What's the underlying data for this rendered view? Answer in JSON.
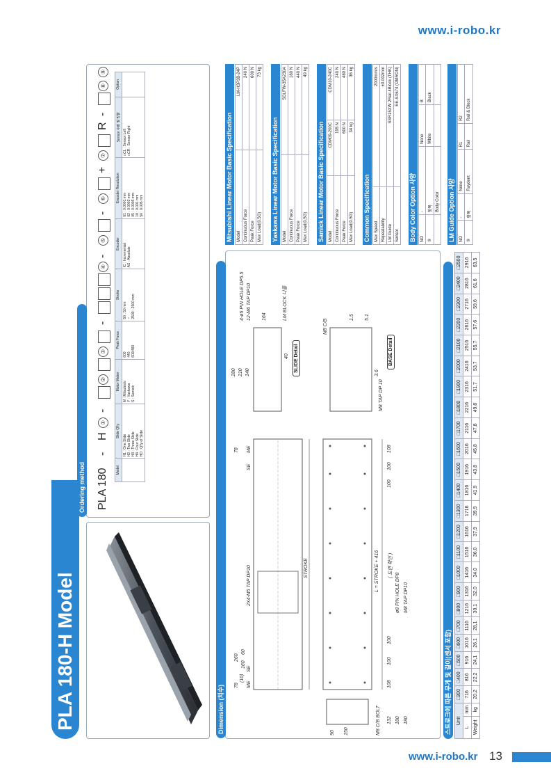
{
  "site": "www.i-robo.kr",
  "page_number": "13",
  "title": "PLA 180-H Model",
  "ordering": {
    "heading": "Ordering method",
    "code_prefix": "PLA 180",
    "code_h": "H",
    "dash": "-",
    "plus": "+",
    "r": "R",
    "nums": [
      "①",
      "②",
      "③",
      "④",
      "⑤",
      "⑥",
      "⑦",
      "⑧",
      "⑨"
    ],
    "columns": [
      {
        "head": "Model",
        "items": []
      },
      {
        "head": "Slide Q'ty",
        "items": [
          "H1 : One Slide",
          "H2 : Two Slide",
          "H3 : Three Slide",
          "H4 : Four Slide",
          "HO : Q'ty of Slide"
        ]
      },
      {
        "head": "Motor Maker",
        "items": [
          "M : Mitsubishi",
          "Y : Yaskawa",
          "S : Samick"
        ]
      },
      {
        "head": "Peak Force",
        "items": [
          "600",
          "440",
          "600/480"
        ]
      },
      {
        "head": "Stroke",
        "items": [
          "50 : 50 mm",
          "~",
          "2500 : 2500 mm"
        ]
      },
      {
        "head": "Encoder",
        "items": [
          "IC : Incremental",
          "AS : Absolute"
        ]
      },
      {
        "head": "Encoder Resolution",
        "items": [
          "01 : 0.0001 mm",
          "02 : 0.0002 mm",
          "05 : 0.0005 mm",
          "10 : 0.001 mm",
          "50 : 0.005 mm"
        ]
      },
      {
        "head": "Sensor 수량 및 방향",
        "items": [
          "□CL : Sensor Left",
          "□CR : Sensor Right"
        ]
      },
      {
        "head": "Option",
        "items": []
      }
    ]
  },
  "dimension": {
    "heading": "Dimension (치수)",
    "labels": {
      "stroke": "STROKE",
      "total_length": "L = STROKE + 416",
      "tap_top": "2X4-M5 TAP DP10",
      "me": "ME",
      "se": "SE",
      "ten": "(10)",
      "d78": "78",
      "d260": "260",
      "d60": "60",
      "d160": "160",
      "d280": "280",
      "d210": "210",
      "d140": "140",
      "d40": "40",
      "d164": "164",
      "d108": "108",
      "d100": "100",
      "d132": "132",
      "d180": "180",
      "d90": "90",
      "d150": "150",
      "pin_hole": "4-ø5 PIN HOLE DP5.5",
      "m6_tap": "12-M6 TAP DP10",
      "lm_block": "LM BLOCK 나플",
      "slide_detail": "SLIDE Detail",
      "m8_cb_bolt": "M8 C/B BOLT",
      "pin_hole8": "ø8 PIN HOLE DP8",
      "m8_tap": "M8 TAP DP10",
      "m8_tap_base": "M8 TAP DP 10",
      "m8_cb": "M8 C/B",
      "d36": "3.6",
      "d51": "5.1",
      "d15": "1.5",
      "base_detail": "BASE Detail",
      "note": "( 도면 확인 )"
    }
  },
  "weight": {
    "heading": "스트로크에 따른 무게 및 길이(센서 포함)",
    "unit_label": "Unit",
    "row_l": [
      "L",
      "mm"
    ],
    "row_w": [
      "Weight",
      "kg"
    ],
    "strokes": [
      "□300",
      "□400",
      "□500",
      "□600",
      "□700",
      "□800",
      "□900",
      "□1000",
      "□1100",
      "□1200",
      "□1300",
      "□1400",
      "□1500",
      "□1600",
      "□1700",
      "□1800",
      "□1900",
      "□2000",
      "□2100",
      "□2200",
      "□2300",
      "□2400",
      "□2500"
    ],
    "length": [
      "716",
      "816",
      "916",
      "1016",
      "1116",
      "1216",
      "1316",
      "1416",
      "1516",
      "1616",
      "1716",
      "1816",
      "1916",
      "2016",
      "2116",
      "2216",
      "2316",
      "2416",
      "2516",
      "2616",
      "2716",
      "2816",
      "2916"
    ],
    "weight": [
      "20,2",
      "22,2",
      "24,1",
      "26,1",
      "28,1",
      "30,1",
      "32,0",
      "34,0",
      "36,0",
      "37,9",
      "39,9",
      "41,9",
      "43,8",
      "45,8",
      "47,8",
      "49,8",
      "51,7",
      "53,7",
      "55,7",
      "57,6",
      "59,6",
      "61,6",
      "63,5"
    ]
  },
  "specs": [
    {
      "title": "Mitsubishi Linear Motor Basic Specification",
      "rows": [
        [
          "Model",
          "LM-H3P3B-24P"
        ],
        [
          "Continuous Force",
          "240 N"
        ],
        [
          "Peak Force",
          "600 N"
        ],
        [
          "Max Load(0.5G)",
          "73 kg"
        ]
      ]
    },
    {
      "title": "Yaskawa Linear Motor Basic Specification",
      "rows": [
        [
          "Model",
          "SGLFW-35A230A"
        ],
        [
          "Continuous Force",
          "160 N"
        ],
        [
          "Peak Force",
          "440 N"
        ],
        [
          "Max Load(0.5G)",
          "49 kg"
        ]
      ]
    },
    {
      "title": "Samick Linear Motor Basic Specification",
      "rows": [
        [
          "Model",
          "CDM09-200C",
          "CDM10-240C"
        ],
        [
          "Continuous Force",
          "195 N",
          "240 N"
        ],
        [
          "Peak Force",
          "600 N",
          "480 N"
        ],
        [
          "Max Load(0.5G)",
          "34 kg",
          "36 kg"
        ]
      ]
    },
    {
      "title": "Common Specification",
      "rows": [
        [
          "Max Speed",
          "2000mm/s"
        ],
        [
          "Repeatability",
          "±0.002mm"
        ],
        [
          "LM Guide",
          "SSR15XW 2Rail 4Block (THK)"
        ],
        [
          "Sensor",
          "EE-SX674 (OMRON)"
        ]
      ]
    }
  ],
  "body_color": {
    "title": "Body Color Option 사양",
    "rows": [
      [
        "NO",
        "-",
        "None",
        "B"
      ],
      [
        "⑨",
        "항목",
        "White",
        "Black"
      ],
      [
        "",
        "Body Color",
        "",
        ""
      ]
    ]
  },
  "lm_guide": {
    "title": "LM Guide Option 사양",
    "rows": [
      [
        "NO",
        "-",
        "None",
        "R1",
        "R2"
      ],
      [
        "⑨",
        "항목",
        "Raydent",
        "Rail",
        "Rail & Block"
      ]
    ]
  },
  "colors": {
    "accent": "#2a86d0",
    "text": "#222222",
    "line": "#555555"
  }
}
